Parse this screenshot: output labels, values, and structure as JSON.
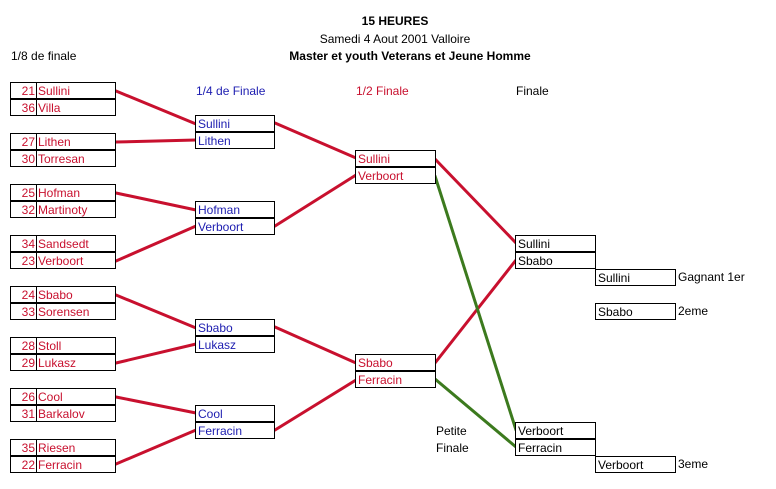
{
  "header": {
    "title": "15 HEURES",
    "subtitle": "Samedi 4 Aout 2001 Valloire",
    "category": "Master et youth Veterans et Jeune Homme"
  },
  "rounds": {
    "r16": "1/8 de finale",
    "qf": "1/4 de Finale",
    "sf": "1/2 Finale",
    "final": "Finale",
    "small_final": "Petite Finale"
  },
  "r16_pairs": [
    [
      {
        "num": "21",
        "name": "Sullini"
      },
      {
        "num": "36",
        "name": "Villa"
      }
    ],
    [
      {
        "num": "27",
        "name": "Lithen"
      },
      {
        "num": "30",
        "name": "Torresan"
      }
    ],
    [
      {
        "num": "25",
        "name": "Hofman"
      },
      {
        "num": "32",
        "name": "Martinoty"
      }
    ],
    [
      {
        "num": "34",
        "name": "Sandsedt"
      },
      {
        "num": "23",
        "name": "Verboort"
      }
    ],
    [
      {
        "num": "24",
        "name": "Sbabo"
      },
      {
        "num": "33",
        "name": "Sorensen"
      }
    ],
    [
      {
        "num": "28",
        "name": "Stoll"
      },
      {
        "num": "29",
        "name": "Lukasz"
      }
    ],
    [
      {
        "num": "26",
        "name": "Cool"
      },
      {
        "num": "31",
        "name": "Barkalov"
      }
    ],
    [
      {
        "num": "35",
        "name": "Riesen"
      },
      {
        "num": "22",
        "name": "Ferracin"
      }
    ]
  ],
  "qf_pairs": [
    [
      "Sullini",
      "Lithen"
    ],
    [
      "Hofman",
      "Verboort"
    ],
    [
      "Sbabo",
      "Lukasz"
    ],
    [
      "Cool",
      "Ferracin"
    ]
  ],
  "sf_pairs": [
    [
      "Sullini",
      "Verboort"
    ],
    [
      "Sbabo",
      "Ferracin"
    ]
  ],
  "final_pair": [
    "Sullini",
    "Sbabo"
  ],
  "small_final_pair": [
    "Verboort",
    "Ferracin"
  ],
  "results": {
    "first": {
      "name": "Sullini",
      "label": "Gagnant 1er"
    },
    "second": {
      "name": "Sbabo",
      "label": "2eme"
    },
    "third": {
      "name": "Verboort",
      "label": "3eme"
    }
  },
  "colors": {
    "red": "#c8102e",
    "blue": "#1c1cb0",
    "green": "#3c7a1e",
    "black": "#000000"
  }
}
